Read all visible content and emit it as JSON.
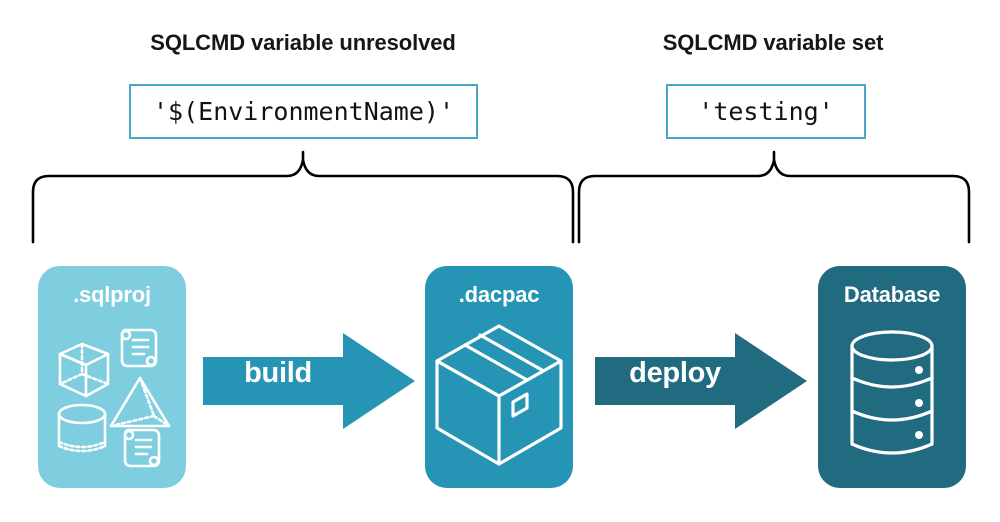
{
  "diagram": {
    "title_context": "SQLCMD variable resolution across build and deploy",
    "annotations": [
      {
        "heading": "SQLCMD variable unresolved",
        "value": "'$(EnvironmentName)'",
        "brace": "left-brace"
      },
      {
        "heading": "SQLCMD variable set",
        "value": "'testing'",
        "brace": "right-brace"
      }
    ],
    "stages": [
      {
        "label": ".sqlproj",
        "color": "#7ECEDF",
        "icons": [
          "cube-icon",
          "scroll-icon",
          "pyramid-icon",
          "cylinder-icon",
          "scroll-icon"
        ]
      },
      {
        "label": ".dacpac",
        "color": "#2694B4",
        "icons": [
          "package-box-icon"
        ]
      },
      {
        "label": "Database",
        "color": "#216B80",
        "icons": [
          "database-cylinder-icon"
        ]
      }
    ],
    "transitions": [
      {
        "label": "build",
        "color": "#2694B4",
        "icon": "arrow-right-icon"
      },
      {
        "label": "deploy",
        "color": "#216B80",
        "icon": "arrow-right-icon"
      }
    ],
    "colors": {
      "heading_text": "#161616",
      "code_border": "#4AA6C4",
      "code_text": "#121212",
      "brace_stroke": "#000000",
      "card_light": "#7ECEDF",
      "card_medium": "#2694B4",
      "card_dark": "#216B80",
      "icon_stroke": "#ffffff",
      "background": "#ffffff"
    }
  }
}
